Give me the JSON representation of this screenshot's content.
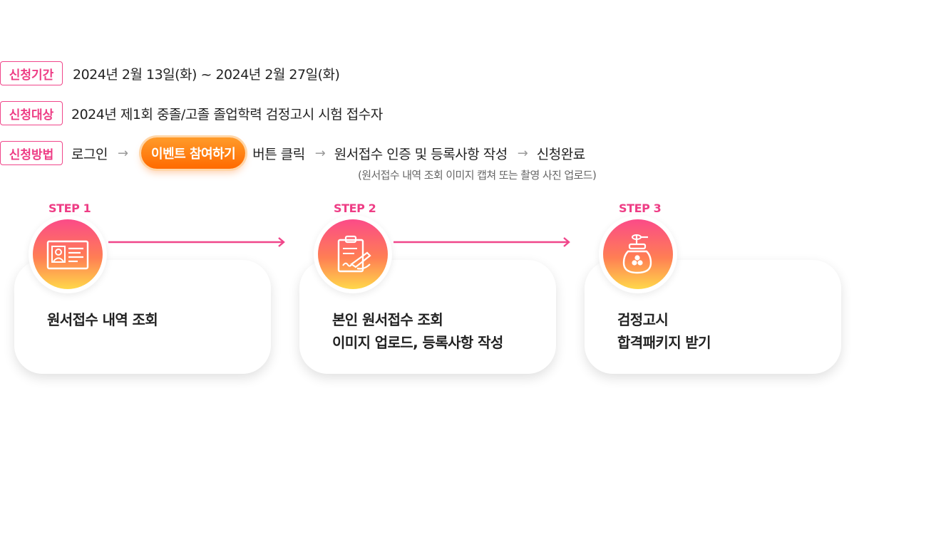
{
  "rows": {
    "period": {
      "tag": "신청기간",
      "text": "2024년 2월 13일(화) ~  2024년 2월 27일(화)"
    },
    "target": {
      "tag": "신청대상",
      "text": "2024년 제1회 중졸/고졸 졸업학력 검정고시 시험 접수자"
    },
    "method": {
      "tag": "신청방법",
      "step_login": "로그인",
      "button_label": "이벤트 참여하기",
      "step_click": "버튼 클릭",
      "step_write": "원서접수 인증 및 등록사항 작성",
      "step_done": "신청완료",
      "arrow": "→",
      "note": "(원서접수 내역 조회 이미지 캡쳐 또는 촬영 사진 업로드)"
    }
  },
  "steps": [
    {
      "label": "STEP 1",
      "icon": "id-card-icon",
      "line1": "원서접수 내역 조회",
      "line2": ""
    },
    {
      "label": "STEP 2",
      "icon": "clipboard-write-icon",
      "line1": "본인 원서접수 조회",
      "line2": "이미지 업로드, 등록사항 작성"
    },
    {
      "label": "STEP 3",
      "icon": "honey-jar-icon",
      "line1": "검정고시",
      "line2": "합격패키지 받기"
    }
  ],
  "colors": {
    "accent": "#ee3d85",
    "button": "#ff7a10"
  }
}
